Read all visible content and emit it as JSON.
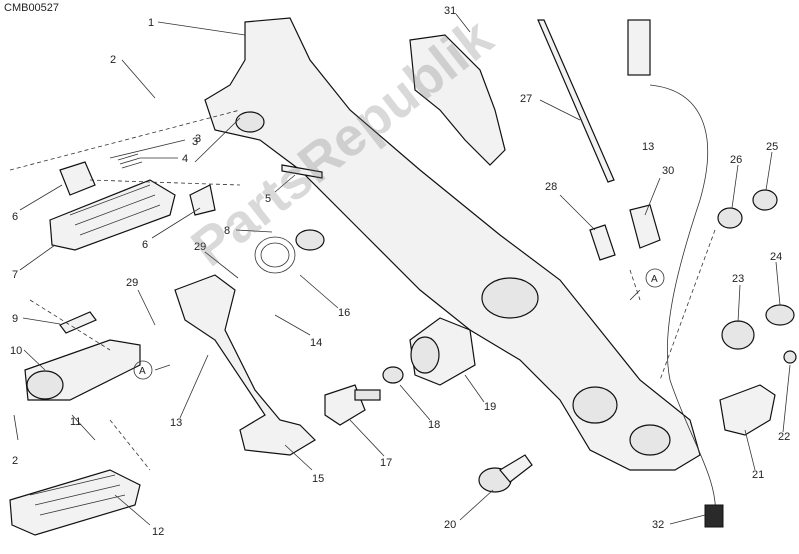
{
  "drawing_code": "CMB00527",
  "watermark_text": "PartsRepublik",
  "callouts": [
    {
      "label": "1"
    },
    {
      "label": "2"
    },
    {
      "label": "3"
    },
    {
      "label": "4"
    },
    {
      "label": "5"
    },
    {
      "label": "6"
    },
    {
      "label": "6"
    },
    {
      "label": "7"
    },
    {
      "label": "8"
    },
    {
      "label": "9"
    },
    {
      "label": "10"
    },
    {
      "label": "11"
    },
    {
      "label": "12"
    },
    {
      "label": "13"
    },
    {
      "label": "13"
    },
    {
      "label": "14"
    },
    {
      "label": "15"
    },
    {
      "label": "16"
    },
    {
      "label": "17"
    },
    {
      "label": "18"
    },
    {
      "label": "19"
    },
    {
      "label": "20"
    },
    {
      "label": "21"
    },
    {
      "label": "22"
    },
    {
      "label": "23"
    },
    {
      "label": "24"
    },
    {
      "label": "25"
    },
    {
      "label": "26"
    },
    {
      "label": "27"
    },
    {
      "label": "28"
    },
    {
      "label": "29"
    },
    {
      "label": "29"
    },
    {
      "label": "30"
    },
    {
      "label": "31"
    },
    {
      "label": "32"
    },
    {
      "label": "2"
    },
    {
      "label": "3"
    }
  ],
  "reference_markers": [
    {
      "label": "A"
    },
    {
      "label": "A"
    }
  ],
  "colors": {
    "line": "#333333",
    "fill": "#f2f2f2",
    "watermark": "#8c8c8c"
  }
}
